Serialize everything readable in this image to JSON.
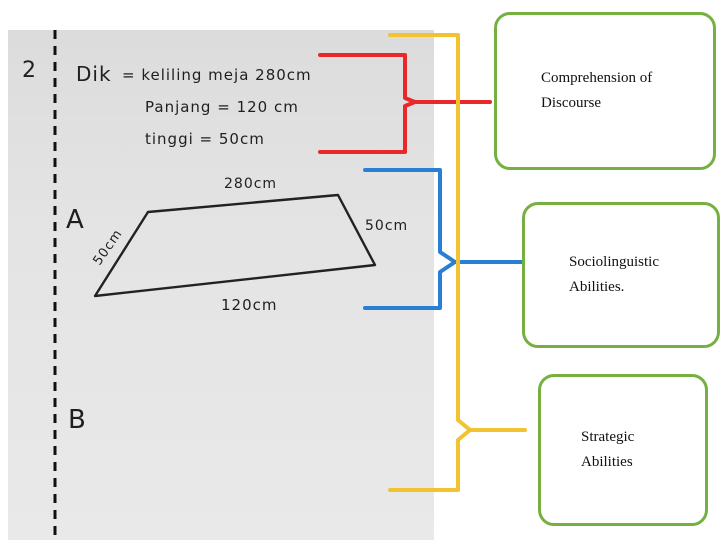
{
  "worksheet": {
    "number": "2",
    "given_label": "Dik",
    "given_lines": [
      "= keliling meja 280cm",
      "Panjang = 120 cm",
      "tinggi = 50cm"
    ],
    "part_a_label": "A",
    "part_b_label": "B",
    "shape_labels": {
      "top": "280cm",
      "bottom": "120cm",
      "left": "50cm",
      "right": "50cm"
    }
  },
  "categories": [
    {
      "lines": [
        "Comprehension of",
        "Discourse"
      ],
      "bracket_color": "#e8282b"
    },
    {
      "lines": [
        "Sociolinguistic",
        "Abilities."
      ],
      "bracket_color": "#2a7fd4"
    },
    {
      "lines": [
        "Strategic",
        "Abilities"
      ],
      "bracket_color": "#f2c230"
    }
  ],
  "colors": {
    "box_border": "#76b041",
    "ink": "#1f1f1f",
    "paper": "#e4e4e4"
  }
}
